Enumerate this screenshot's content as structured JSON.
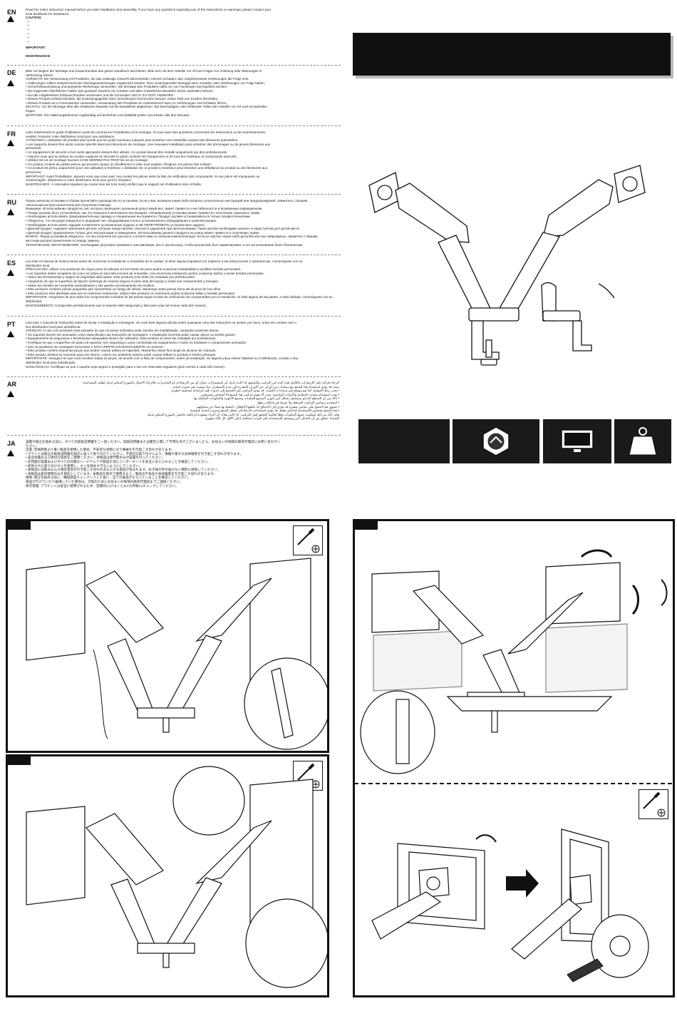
{
  "sections": [
    {
      "code": "EN",
      "lines": [
        "Read the entire instruction manual before you start installation and assembly. If you have any questions regarding any of the instructions or warnings, please contact your",
        "local distributor for assistance."
      ],
      "caution_label": "CAUTION:",
      "important_label": "IMPORTANT:",
      "maintenance_label": "MAINTENANCE:"
    },
    {
      "code": "DE",
      "lines": [
        "Bitte vor Beginn der Montage und Zusammenbau das ganze Handbuch durchlesen. Bitte sich mit dem Händler vor Ort bei Fragen zur Anleitung oder Warnungen in",
        "Verbindung setzen.",
        "VORSICHT: Die Verwendung mit Produkten, die das zulässige Gewicht überschreiten, können Schäden oder möglicherweise Verletzungen die Folge sein.",
        "• Halterungen sollten entsprechend den Montageanweisungen angebracht werden. Eine unsachgemäße Montage kann Schäden oder Verletzungen zur Folge haben.",
        "• Sicherheitsausrüstung und geeignete Werkzeuge verwenden. Die Montage des Produktes sollte nur von Fachleuten durchgeführt werden.",
        "• Die tragenden Oberflächen sollten das gesamte Gewicht von Geräten und allen zusätzlichen Bauteilen sicher aushalten können.",
        "• Nur die mitgelieferten Einbauschrauben verwenden und die Schrauben NICHT ZU FEST ANZIEHEN.",
        "• Dieses Produkt enthält Kleinteile, die Erstickungsgefahr beim Verschlucken hervorrufen können. Diese Teile von Kindern fernhalten.",
        "• Dieses Produkt nur in Innenräumen verwenden. Verwendung des Produktes im Außenbereich kann zu Verletzungen und Schäden führen.",
        "WICHTIG: Vor der Montage bitte alle erhaltenen Bauteile mit der Bauteilliste abgleichen. Bei beschädigten oder fehlenden Teilen den Händler vor Ort nach Ersatzteilen",
        "fragen.",
        "WARTUNG: Die Halterungsklemmer regelmäßig auf Sicherheit und Stabilität prüfen (am besten alle drei Monate)."
      ]
    },
    {
      "code": "FR",
      "lines": [
        "Lisez entièrement le guide d'utilisateur avant de commencer l'installation et le montage. Si vous avez des questions concernant les instructions ou les avertissements,",
        "veuillez contacter votre distributeur local pour une assistance.",
        "ATTENTION: L'utilisation de produits plus lourds que les poids nominaux indiqués peut entraîner une instabilité causant des blessures potentielles.",
        "• Les supports doivent être joints comme spécifié dans les instructions de montage. Une mauvaise installation peut entraîner des dommages ou de graves blessures aux",
        "personnes.",
        "• Un équipement de sécurité et les outils appropriés doivent être utilisés. Ce produit devrait être installé uniquement par des professionnels.",
        "• Assurez-vous que la surface de soutien supporte en sécurité le poids combiné de l'équipement et de tous les matériaux et composants associés.",
        "• Utilisez les vis de montage fournies et NE SERREZ PAS TROP les vis de montage.",
        "• Ce produit contient de petites pièces qui peuvent causer un étouffement si elles sont avalées. Éloignez ces pièces des enfants.",
        "• Ce produit est prévu uniquement pour une utilisation à l'intérieur. L'utilisation de ce produit à l'extérieur peut entraîner une défaillance du produit ou des blessures aux",
        "personnes.",
        "IMPORTANT: Avant l'installation, assurez-vous que vous avez reçu toutes les pièces selon la liste de vérification des composants. Si une pièce est manquante ou",
        "endommagée, téléphonez à votre distributeur local pour qu'il le remplace.",
        "MAINTENANCE: À intervalles réguliers (au moins tous les trois mois) vérifiez que le support est d'utilisation sûre et fiable."
      ]
    },
    {
      "code": "RU",
      "lines": [
        "Перед началом установки и сборки прочитайте руководство по установке. Если у Вас возникли какие-либо вопросы относительно инструкций или предупреждений, свяжитесь с Вашим",
        "локальным распространителем для получения помощи.",
        "Внимание: Использование продуктов, вес которых превышает указанный допустимый вес, может привести к нестабильности и возможным повреждениям.",
        "• Опоры должны быть установлены, как это показано в монтажных инструкциях. Неправильная установка может привести к получению серьезных травм.",
        "• Необходимо использовать предохранительную одежду и специальные инструменты. Продукт должен устанавливаться только профессионалами.",
        "• Убедитесь, что несущая поверхность выдержит вес оборудования и всего установленного оборудования и комплектующих.",
        "• Необходимо использовать идущие в комплекте установочные шурупы и НЕ ПЕРЕТЯГИВАТЬ установочные шурупы.",
        "• Данный продукт содержит маленькие детали, которые представляют опасность удушения при проглатывании. Такие детали необходимо хранить в недоступном для детей месте.",
        "• Данный продукт предназначен только для эксплуатации в помещениях. Использование данного продукта на улице может привести к получению травм.",
        "ВАЖНО: Перед установкой убедитесь, что Вы получили все детали в соответствии со списком комплектующих. Если не хватает каких-либо деталей или они повреждены, свяжитесь с Вашим",
        "местным распространителем по поводу замены.",
        "ТЕХНИЧЕСКОЕ ОБСЛУЖИВАНИЕ: Необходимо регулярно проверять (как минимум, раз в три месяца), чтобы кронштейн был зафиксирован, и его использование было безопасным."
      ]
    },
    {
      "code": "ES",
      "lines": [
        "Lea todo el manual de instrucciones antes de comenzar la instalación y ensamble de la unidad. Si tiene alguna inquietud con respecto a las instrucciones o advertencias, comuníquese con su",
        "distribuidor local.",
        "PRECAUCIÓN: utilizar con productos de mayor peso al indicado en los límites de peso podría ocasionar inestabilidad y posibles heridas personales.",
        "• Los soportes deben acoplarse tal como se indica en las instrucciones de ensamble. Una incorrecta instalación podría ocasionar daños y serias heridas personales.",
        "• Utilice las herramientas y equipo de seguridad adecuados. Este producto solo debe ser instalado por profesionales.",
        "• Asegúrese de que la superficie de fijación sostenga de manera segura el peso total del equipo y todas sus componentes y herrajes.",
        "• Utilice los tornillos de ensamble suministrados y NO apriete excesivamente los tornillos.",
        "• Este producto contiene piezas pequeñas que representan un riesgo de asfixia. Mantenga estas piezas fuera del alcance de los niños.",
        "• Este producto está diseñado para uso en interiores solamente, utilizar este producto en exteriores podría ocasionar fallas y heridas personales.",
        "IMPORTANTE: Asegúrese de que todos los componentes incluidos de las piezas según la lista de verificación de componentes por la instalación. Si falta alguna de las partes, o está dañada, comuníquese con su",
        "distribuidor.",
        "MANTENIMIENTO: Compruebe periódicamente que el soporte esté asegurado y listo para usar (al menos cada tres meses)."
      ]
    },
    {
      "code": "PT",
      "lines": [
        "Leia todo o manual de instruções antes de iniciar a instalação e montagem. Se você tiver alguma dúvida sobre quaisquer uma das instruções ou avisos, por favor, entre em contato com o",
        "seu distribuidor local para assistência.",
        "ATENÇÃO: O uso com produtos mais pesados do que os pesos indicados pode resultar em instabilidade, causando possíveis danos.",
        "• Os suportes devem ser anexados como especificado nas instruções de montagem. A instalação incorreta pode causar danos ou lesões graves.",
        "• Equipamentos de segurança e ferramentas adequadas devem ser utilizados. Este produto só deve ser instalado por profissionais.",
        "• Certifique-se que a superfície de apoio irá suportar com segurança o peso combinado do equipamento e todos os hardware e componentes anexados.",
        "• Use os parafusos de montagem fornecidos e NÃO APERTE EXCESSIVAMENTE os mesmos.",
        "• Este produto contém pequenas peças que podem causar asfixia se ingeridas. Mantenha essas fora longe do alcance de crianças.",
        "• Este produto destina-se somente para uso interno. Usá-lo em ambiente externo pode causar falhas no produto e lesões pessoais.",
        "IMPORTANTE: Assegure-se que você recebeu todas as peças, de acordo com a lista de componentes, antes da instalação. Se alguma peça estiver faltando ou é defeituosa, contate o seu",
        "distribuidor local para substituição.",
        "MANUTENÇÃO: Certifique-se que o suporte seja seguro e protegido para o uso em intervalos regulares (pelo menos a cada três meses)."
      ]
    },
    {
      "code": "AR",
      "lines": [
        "الرجاء قراءة دليل الإرشادات بالكامل قبل البدء في التركيب والتجميع. إذا كانت لديك أي استفسارات بشأن أي من الإرشادات أو التحذيرات، فالرجاء الاتصال بالموزع المحلي لديك لطلب المساعدة.",
        "تنبيه: قد يؤدي استخدام هذا المنتج مع منتجات تزيد أوزان عن الأوزان المقدرة إلى عدم الاستقرار، مما يتسبب في حدوث إصابة.",
        "• يجب ربط الحوامل كما هو موضح في إرشادات التثبيت. قد يؤدي التركيب غير الصحيح إلى حدوث تلف أو إصابة شخصية خطيرة.",
        "• يجب استخدام معدات السلامة والأدوات المناسبة. يجب ألا يقوم بتركيب هذا المنتج إلا أشخاص محترفون.",
        "• تأكد من أن السطح الداعم سيتحمل بشكل آمن الوزن المجمع للمعدات وجميع الأجهزة والمكونات المتصلة بها.",
        "• استخدم مسامير التركيب المرفقة ولا تفرط في إحكام ربطها.",
        "• يحتوي هذا المنتج على عناصر صغيرة قد تؤدي إلى الاختناق إذا ابتلعها الأطفال. احتفظ بها بعيدًا عن متناولهم.",
        "• هذا المنتج مخصص للاستخدام الداخلي فقط. قد يؤدي استخدامه خارجيًا إلى تعطل المنتج وحدوث إصابة شخصية.",
        "هام: تأكد من أنك استلمت جميع المكونات وفقًا لقائمة التحقق قبل التركيب. إذا كانت هناك أي أجزاء مفقودة أو تالفة، فاتصل بالموزع المحلي لديك.",
        "الصيانة: تحقق من أن الحامل آمن ومستقر للاستخدام على فترات منتظمة (على الأقل كل ثلاثة شهور)."
      ]
    },
    {
      "code": "JA",
      "lines": [
        "設置や組立を始める前に、すべての取扱説明書をご一読ください。取扱説明書または警告に関して不明な点がございましたら、お住まいの地域の販売代理店にお問い合わせく",
        "ださい。",
        "注意: 定格荷重より重い製品を使用した場合、不安定な状態になり事故を引き起こす恐れがあります。",
        "• マウントは組立の取扱説明書の指示に従って取り付けてください。不適切な取り付けにより、損傷や重大な身体傷害を引き起こす恐れがあります。",
        "• 安全装置および適切な道具をご使用ください。本製品は専門家のみが設置を行ってください。",
        "• 支持面が設置およびすべての付属のハードウェアや部品を含むコンポーネントを安全に支えられることを確認してください。",
        "• 提供された取り付けネジを使用し、ネジを締めすぎないようにしてください。",
        "• 本製品には飲み込んだ場合窒息を引き起こす恐れのある小さな部品が含まれます。お子様の手の届かない場所に保管してください。",
        "• 本製品は屋内使用のみを目的としています。本製品を屋外で使用すると、製品の不具合や身体傷害を引き起こす恐れがあります。",
        "重要: 組立を始める前に、構成部品チェックリストに従い、全ての部品がそろっていることを確認してください。",
        "部品が欠けていたり破損していた場合は、交換のためにお住まいの地域の販売代理店までご連絡ください。",
        "保守管理: ブラケットは安全に使用されるため、定期的に(少なくとも3カ月毎に)チェックしてください。"
      ]
    }
  ],
  "icons": {
    "load_icon": "gauge-badge-icon",
    "screen_icon": "monitor-icon",
    "weight_icon": "weight-icon",
    "tool_icon": "screwdriver-icon",
    "screw_icon": "phillips-screw-icon"
  },
  "colors": {
    "ink": "#111111",
    "panel_border": "#111111",
    "icon_box": "#1a1a1a",
    "paper": "#ffffff"
  }
}
